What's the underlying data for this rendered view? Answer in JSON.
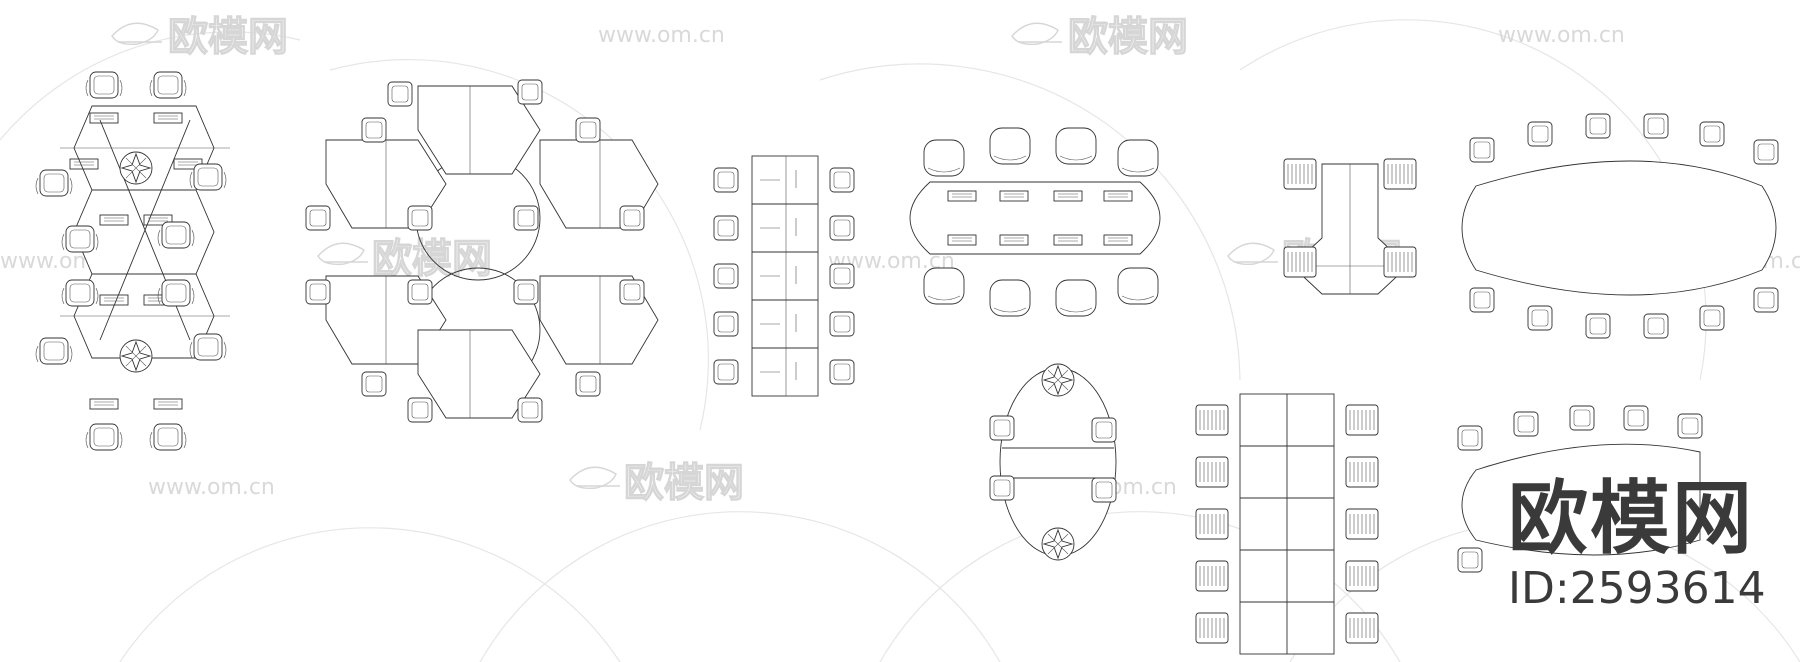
{
  "watermark": {
    "brand": "欧模网",
    "url": "www.om.cn"
  },
  "corner": {
    "brand": "欧模网",
    "id_label": "ID:2593614"
  }
}
